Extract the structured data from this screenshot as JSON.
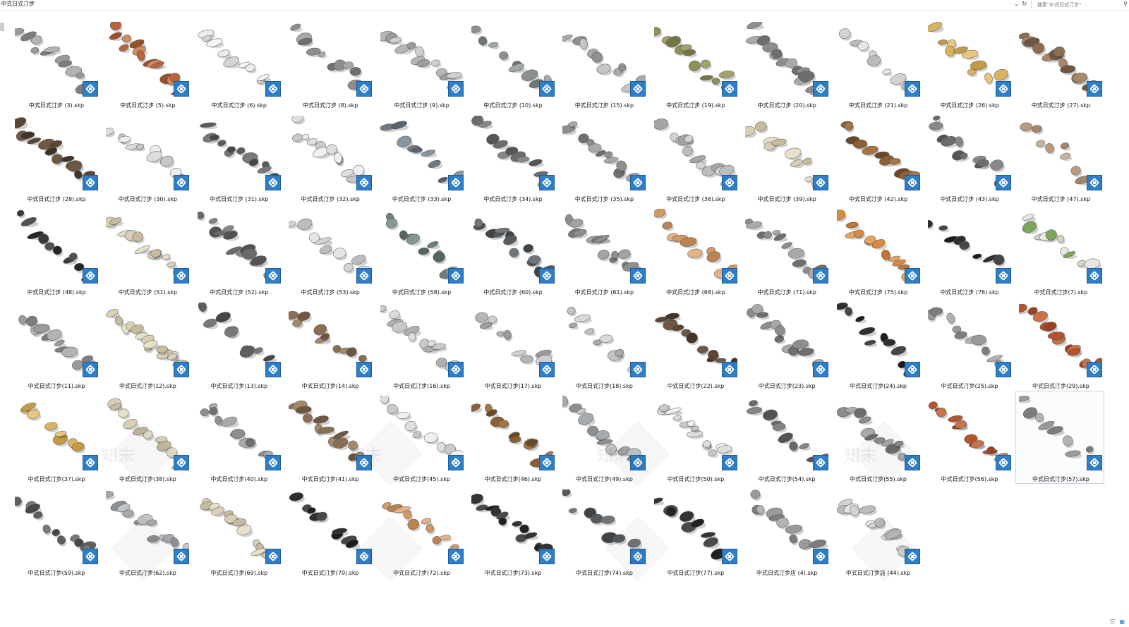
{
  "window": {
    "address_path": "中式日式汀步",
    "search_placeholder": "搜索\"中式日式汀步\""
  },
  "icons": {
    "address_dropdown": "chevron-down-icon",
    "refresh": "refresh-icon",
    "search": "search-icon",
    "file_badge": "sketchup-icon",
    "details_view": "details-view-icon",
    "tiles_view": "large-icons-view-icon"
  },
  "colors": {
    "badge_blue": "#2f7ec8",
    "selected_border": "#c9d6e3"
  },
  "watermark": "知末",
  "selected_index": 59,
  "files": [
    {
      "name": "中式日式汀步 (3).skp",
      "style": "gray"
    },
    {
      "name": "中式日式汀步 (5).skp",
      "style": "hexbrown"
    },
    {
      "name": "中式日式汀步 (6).skp",
      "style": "whitepave"
    },
    {
      "name": "中式日式汀步 (8).skp",
      "style": "graygrid"
    },
    {
      "name": "中式日式汀步 (9).skp",
      "style": "pebblefield"
    },
    {
      "name": "中式日式汀步 (10).skp",
      "style": "slabs"
    },
    {
      "name": "中式日式汀步 (15).skp",
      "style": "path"
    },
    {
      "name": "中式日式汀步 (19).skp",
      "style": "olive"
    },
    {
      "name": "中式日式汀步 (20).skp",
      "style": "curve"
    },
    {
      "name": "中式日式汀步 (21).skp",
      "style": "curvewhite"
    },
    {
      "name": "中式日式汀步 (26).skp",
      "style": "yellow"
    },
    {
      "name": "中式日式汀步 (27).skp",
      "style": "brownstep"
    },
    {
      "name": "中式日式汀步 (28).skp",
      "style": "darkbrown"
    },
    {
      "name": "中式日式汀步 (30).skp",
      "style": "arcwhite"
    },
    {
      "name": "中式日式汀步 (31).skp",
      "style": "darkgray"
    },
    {
      "name": "中式日式汀步 (32).skp",
      "style": "whitepebble"
    },
    {
      "name": "中式日式汀步 (33).skp",
      "style": "bluegray"
    },
    {
      "name": "中式日式汀步 (34).skp",
      "style": "zigzag"
    },
    {
      "name": "中式日式汀步 (35).skp",
      "style": "graygrid"
    },
    {
      "name": "中式日式汀步 (36).skp",
      "style": "circles"
    },
    {
      "name": "中式日式汀步 (39).skp",
      "style": "beige"
    },
    {
      "name": "中式日式汀步 (42).skp",
      "style": "woodpanel"
    },
    {
      "name": "中式日式汀步 (43).skp",
      "style": "zigzag"
    },
    {
      "name": "中式日式汀步 (47).skp",
      "style": "sand"
    },
    {
      "name": "中式日式汀步 (48).skp",
      "style": "blackplanks"
    },
    {
      "name": "中式日式汀步 (51).skp",
      "style": "beige"
    },
    {
      "name": "中式日式汀步 (52).skp",
      "style": "cobble"
    },
    {
      "name": "中式日式汀步 (53).skp",
      "style": "curvewhite"
    },
    {
      "name": "中式日式汀步 (58).skp",
      "style": "greenish"
    },
    {
      "name": "中式日式汀步 (60).skp",
      "style": "darkpath"
    },
    {
      "name": "中式日式汀步 (61).skp",
      "style": "diagslab"
    },
    {
      "name": "中式日式汀步 (68).skp",
      "style": "orangeline"
    },
    {
      "name": "中式日式汀步 (71).skp",
      "style": "curve"
    },
    {
      "name": "中式日式汀步 (75).skp",
      "style": "orangedots"
    },
    {
      "name": "中式日式汀步 (76).skp",
      "style": "blackdots"
    },
    {
      "name": "中式日式汀步(7).skp",
      "style": "grassgrid"
    },
    {
      "name": "中式日式汀步(11).skp",
      "style": "gray"
    },
    {
      "name": "中式日式汀步(12).skp",
      "style": "beige"
    },
    {
      "name": "中式日式汀步(13).skp",
      "style": "darkgray"
    },
    {
      "name": "中式日式汀步(14).skp",
      "style": "brownstep"
    },
    {
      "name": "中式日式汀步(16).skp",
      "style": "bigoval"
    },
    {
      "name": "中式日式汀步(17).skp",
      "style": "pebblefield"
    },
    {
      "name": "中式日式汀步(18).skp",
      "style": "ovals"
    },
    {
      "name": "中式日式汀步(22).skp",
      "style": "darkbrown"
    },
    {
      "name": "中式日式汀步(23).skp",
      "style": "curve"
    },
    {
      "name": "中式日式汀步(24).skp",
      "style": "blackdots"
    },
    {
      "name": "中式日式汀步(25).skp",
      "style": "gray"
    },
    {
      "name": "中式日式汀步(29).skp",
      "style": "redstones"
    },
    {
      "name": "中式日式汀步(37).skp",
      "style": "yellow"
    },
    {
      "name": "中式日式汀步(38).skp",
      "style": "beige"
    },
    {
      "name": "中式日式汀步(40).skp",
      "style": "graygrid"
    },
    {
      "name": "中式日式汀步(41).skp",
      "style": "brownstep"
    },
    {
      "name": "中式日式汀步(45).skp",
      "style": "whitepebble"
    },
    {
      "name": "中式日式汀步(46).skp",
      "style": "woodpanel"
    },
    {
      "name": "中式日式汀步(49).skp",
      "style": "path"
    },
    {
      "name": "中式日式汀步(50).skp",
      "style": "whitepebble"
    },
    {
      "name": "中式日式汀步(54).skp",
      "style": "cobble"
    },
    {
      "name": "中式日式汀步(55).skp",
      "style": "curve"
    },
    {
      "name": "中式日式汀步(56).skp",
      "style": "redstones"
    },
    {
      "name": "中式日式汀步(57).skp",
      "style": "gray"
    },
    {
      "name": "中式日式汀步(59).skp",
      "style": "darkgray"
    },
    {
      "name": "中式日式汀步(62).skp",
      "style": "path"
    },
    {
      "name": "中式日式汀步(69).skp",
      "style": "beige"
    },
    {
      "name": "中式日式汀步(70).skp",
      "style": "blackdots"
    },
    {
      "name": "中式日式汀步(72).skp",
      "style": "orangeline"
    },
    {
      "name": "中式日式汀步(73).skp",
      "style": "blackrocks"
    },
    {
      "name": "中式日式汀步(74).skp",
      "style": "darkpath"
    },
    {
      "name": "中式日式汀步(77).skp",
      "style": "blackrocks"
    },
    {
      "name": "中式日式汀步店 (4).skp",
      "style": "gray"
    },
    {
      "name": "中式日式汀步店 (44).skp",
      "style": "curvewhite"
    }
  ]
}
